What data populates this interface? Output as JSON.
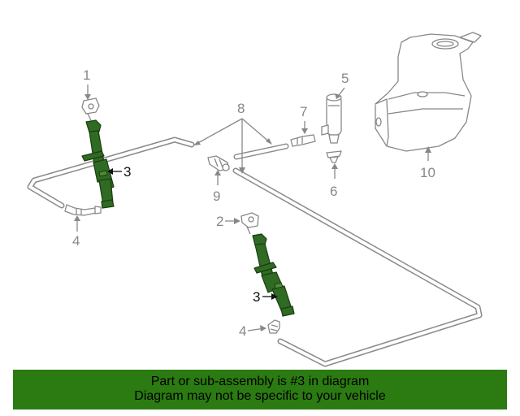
{
  "callouts": {
    "c1": "1",
    "c2": "2",
    "c3a": "3",
    "c3b": "3",
    "c4a": "4",
    "c4b": "4",
    "c5": "5",
    "c6": "6",
    "c7": "7",
    "c8": "8",
    "c9": "9",
    "c10": "10"
  },
  "colors": {
    "highlight_part": "#2f6b22",
    "banner_background": "#2b7a12",
    "linework": "#8a8a8a"
  },
  "banner": {
    "line1": "Part or sub-assembly is #3 in diagram",
    "line2": "Diagram may not be specific to your vehicle"
  }
}
